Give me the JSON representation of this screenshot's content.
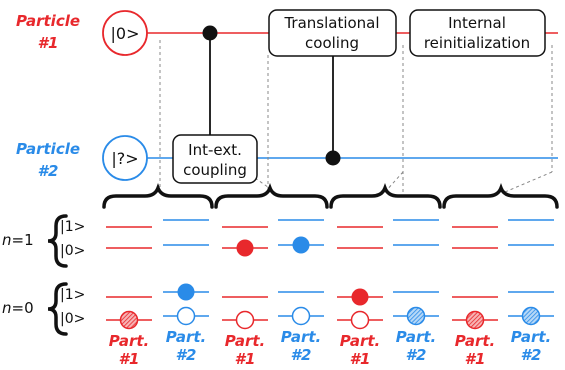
{
  "colors": {
    "red": "#e8282c",
    "blue": "#2a8be8",
    "black": "#111111"
  },
  "particles": [
    {
      "line1": "Particle",
      "line2": "#1",
      "state": "|0>"
    },
    {
      "line1": "Particle",
      "line2": "#2",
      "state": "|?>"
    }
  ],
  "operations": [
    {
      "line1": "Int-ext.",
      "line2": "coupling"
    },
    {
      "line1": "Translational",
      "line2": "cooling"
    },
    {
      "line1": "Internal",
      "line2": "reinitialization"
    }
  ],
  "levels": {
    "n1": {
      "label_n": "n",
      "label_eq": "=1",
      "ket_upper": "|1>",
      "ket_lower": "|0>"
    },
    "n0": {
      "label_n": "n",
      "label_eq": "=0",
      "ket_upper": "|1>",
      "ket_lower": "|0>"
    }
  },
  "column_labels": [
    {
      "top": "Part.",
      "bottom": "#1",
      "color": "red"
    },
    {
      "top": "Part.",
      "bottom": "#2",
      "color": "blue"
    },
    {
      "top": "Part.",
      "bottom": "#1",
      "color": "red"
    },
    {
      "top": "Part.",
      "bottom": "#2",
      "color": "blue"
    },
    {
      "top": "Part.",
      "bottom": "#1",
      "color": "red"
    },
    {
      "top": "Part.",
      "bottom": "#2",
      "color": "blue"
    },
    {
      "top": "Part.",
      "bottom": "#1",
      "color": "red"
    },
    {
      "top": "Part.",
      "bottom": "#2",
      "color": "blue"
    }
  ]
}
